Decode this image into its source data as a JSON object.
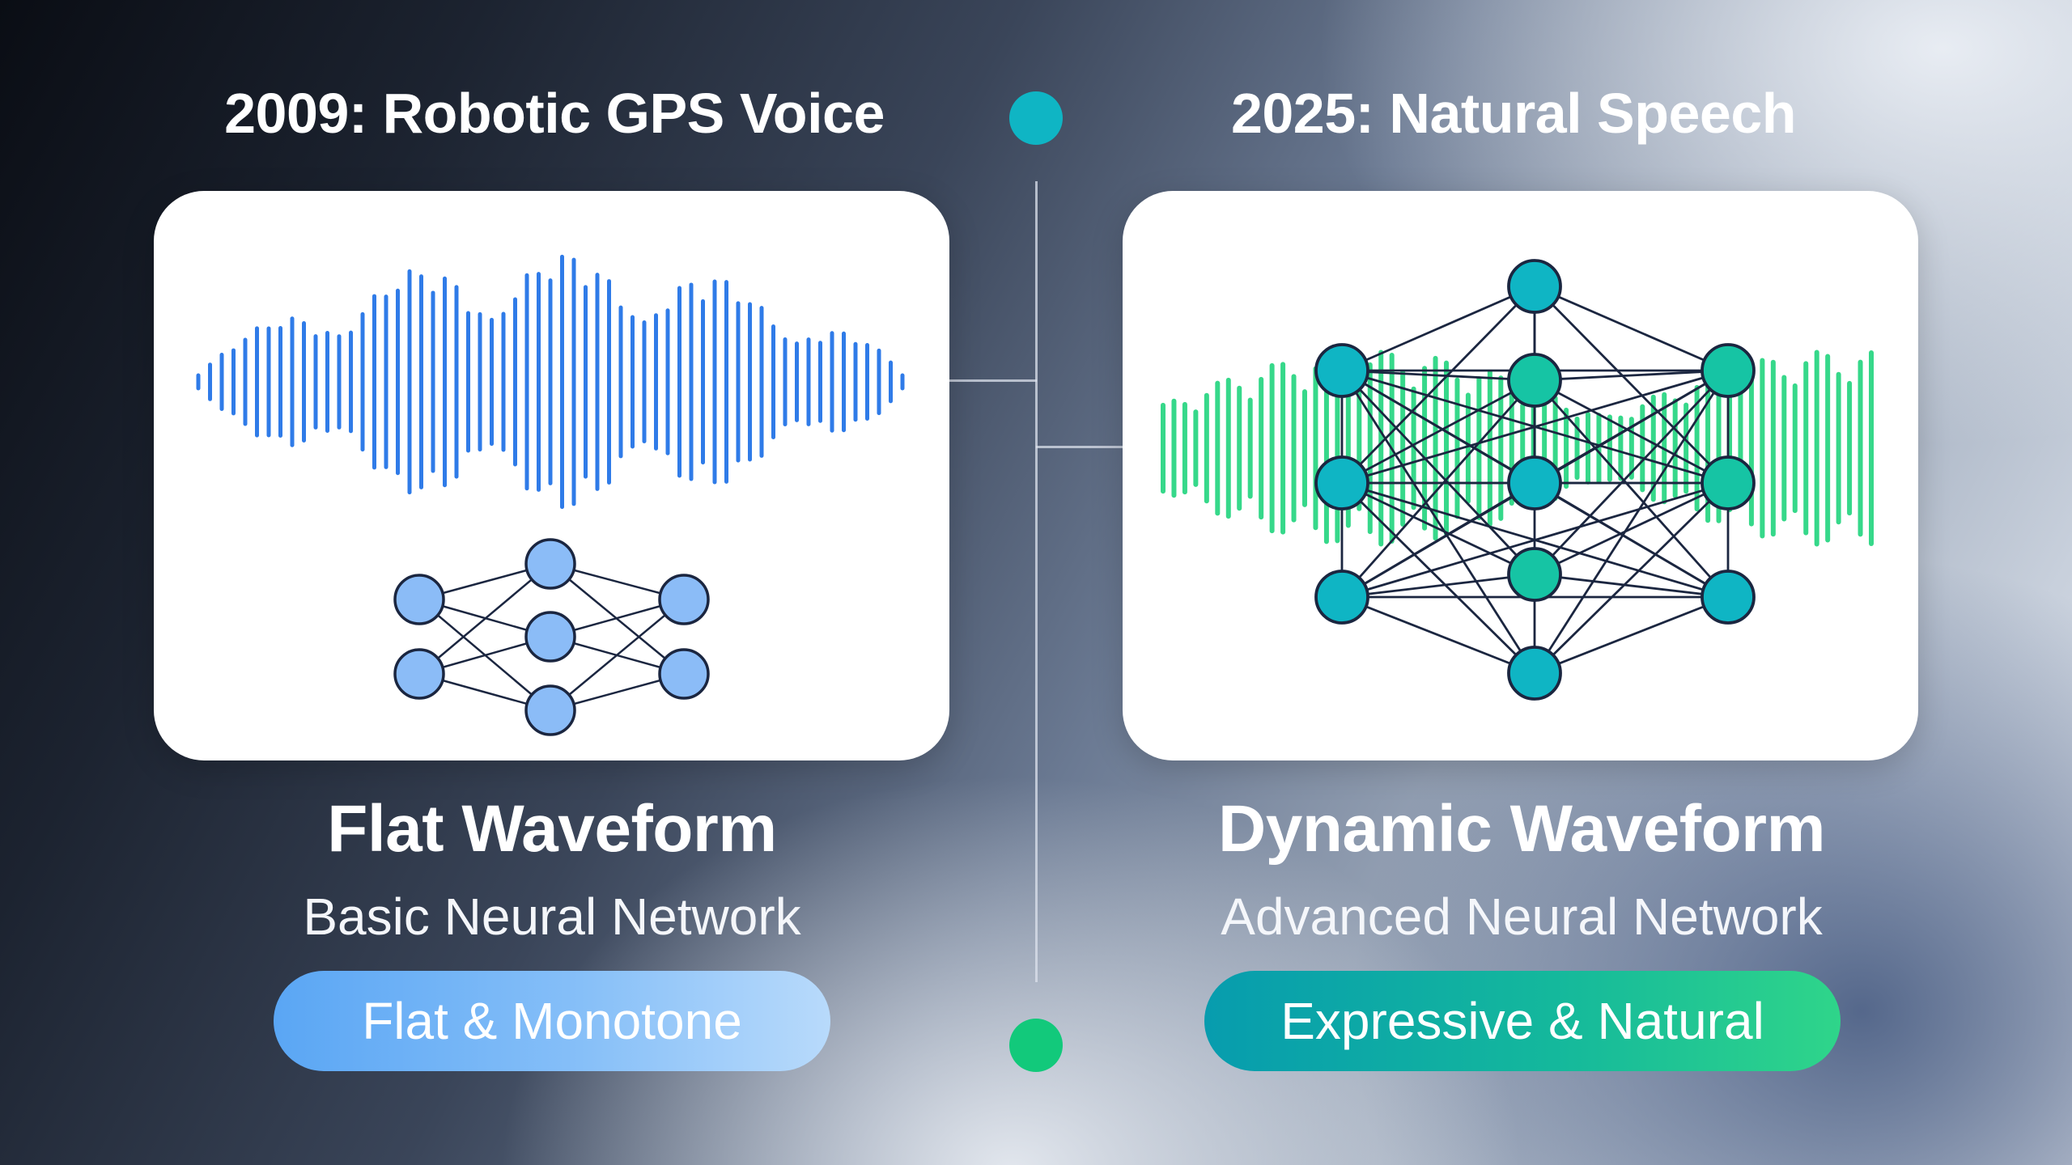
{
  "left": {
    "title": "2009: Robotic GPS Voice",
    "heading": "Flat Waveform",
    "subtitle": "Basic Neural Network",
    "badge": "Flat & Monotone"
  },
  "right": {
    "title": "2025: Natural Speech",
    "heading": "Dynamic Waveform",
    "subtitle": "Advanced Neural Network",
    "badge": "Expressive & Natural"
  },
  "colors": {
    "blue_waveform": "#2f7be8",
    "blue_node": "#8bbcf7",
    "green_waveform": "#36d88a",
    "teal_node": "#0fb5c4",
    "node_stroke": "#1b2640",
    "dot_top": "#0fb5c4",
    "dot_bottom": "#12c97b"
  }
}
